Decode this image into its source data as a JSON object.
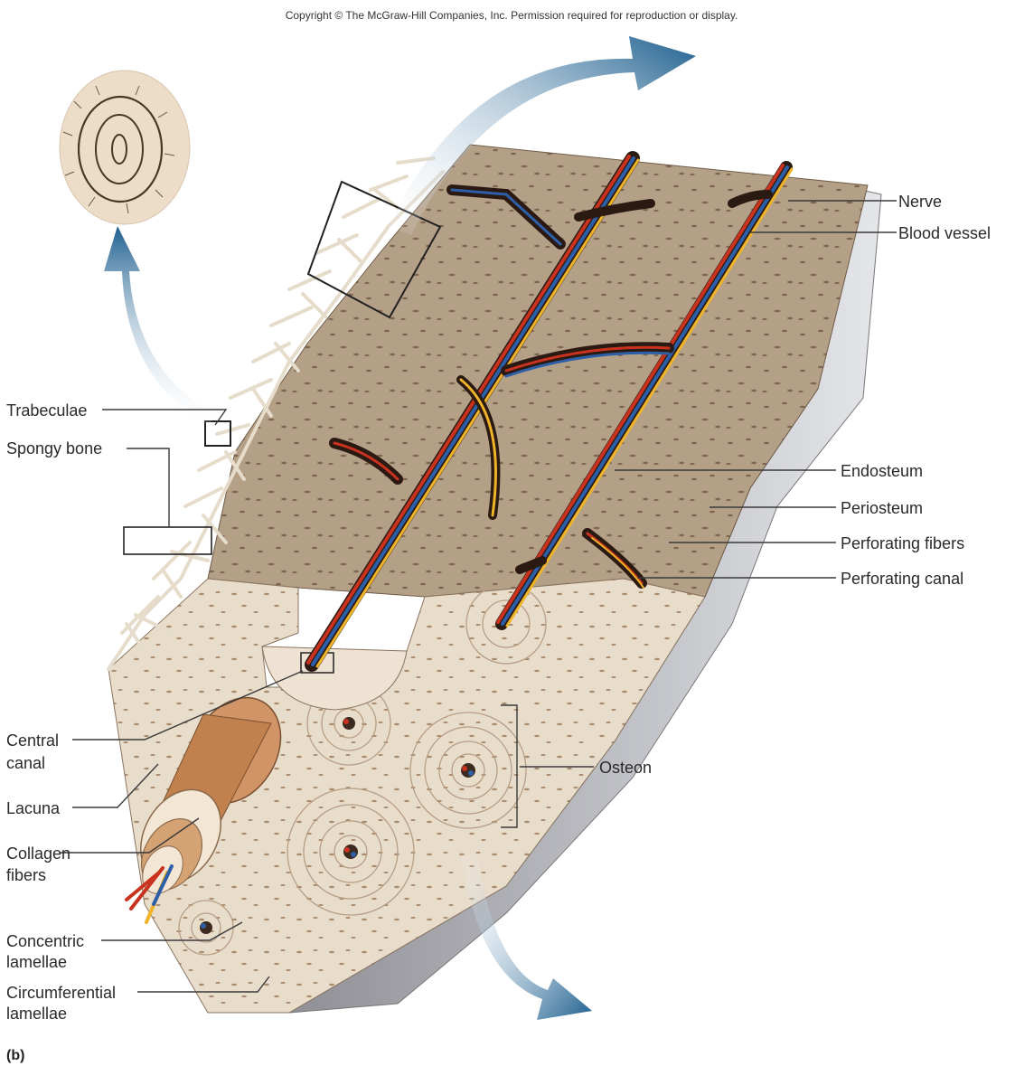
{
  "copyright": "Copyright © The McGraw-Hill Companies, Inc. Permission required for reproduction or display.",
  "panel_label": "(b)",
  "labels": {
    "nerve": "Nerve",
    "blood_vessel": "Blood vessel",
    "trabeculae": "Trabeculae",
    "spongy_bone": "Spongy bone",
    "endosteum": "Endosteum",
    "periosteum": "Periosteum",
    "perforating_fibers": "Perforating fibers",
    "perforating_canal": "Perforating canal",
    "central_canal_1": "Central",
    "central_canal_2": "canal",
    "osteon": "Osteon",
    "lacuna": "Lacuna",
    "collagen_fibers_1": "Collagen",
    "collagen_fibers_2": "fibers",
    "concentric_lamellae_1": "Concentric",
    "concentric_lamellae_2": "lamellae",
    "circumferential_lamellae_1": "Circumferential",
    "circumferential_lamellae_2": "lamellae"
  },
  "colors": {
    "bone_surface": "#b49f87",
    "bone_cross_section": "#e8dccb",
    "spongy_bone": "#e6dccb",
    "periosteum": "#c9ccd2",
    "artery": "#c8321e",
    "vein": "#2d5fa8",
    "nerve": "#f0b428",
    "arrow": "#1d5f8f"
  }
}
